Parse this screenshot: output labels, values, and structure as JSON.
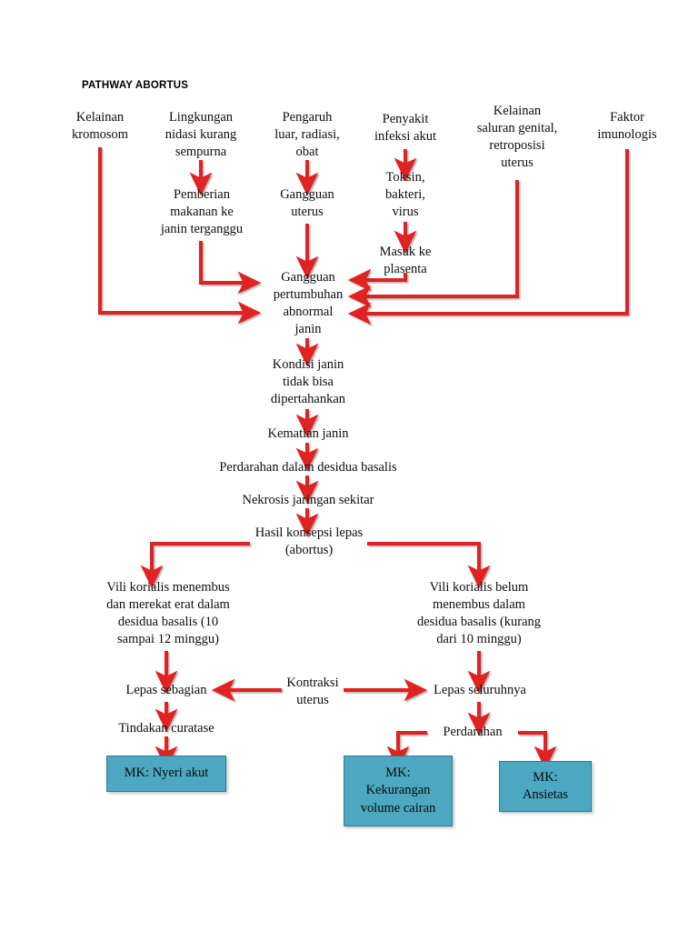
{
  "title": "PATHWAY ABORTUS",
  "colors": {
    "arrow": "#E02020",
    "box_fill": "#4BA8C0",
    "box_border": "#2F7C91",
    "text": "#0D0D0D",
    "background": "#FFFFFF"
  },
  "nodes": {
    "kelainan_kromosom": "Kelainan\nkromosom",
    "lingkungan_nidasi": "Lingkungan\nnidasi kurang\nsempurna",
    "pengaruh_luar": "Pengaruh\nluar, radiasi,\nobat",
    "penyakit_infeksi": "Penyakit\ninfeksi akut",
    "kelainan_saluran": "Kelainan\nsaluran genital,\nretroposisi\nuterus",
    "faktor_imunologis": "Faktor\nimunologis",
    "pemberian_makanan": "Pemberian\nmakanan ke\njanin terganggu",
    "gangguan_uterus": "Gangguan\nuterus",
    "toksin": "Toksin,\nbakteri,\nvirus",
    "masuk_plasenta": "Masuk ke\nplasenta",
    "gangguan_pertumbuhan": "Gangguan\npertumbuhan\nabnormal\njanin",
    "kondisi_janin": "Kondisi janin\ntidak bisa\ndipertahankan",
    "kematian_janin": "Kematian janin",
    "perdarahan_desidua": "Perdarahan dalam desidua basalis",
    "nekrosis": "Nekrosis jaringan sekitar",
    "hasil_konsepsi": "Hasil konsepsi lepas\n(abortus)",
    "vili_menembus": "Vili korialis menembus\ndan merekat erat dalam\ndesidua basalis  (10\nsampai 12 minggu)",
    "vili_belum": "Vili korialis belum\nmenembus dalam\ndesidua basalis (kurang\ndari 10 minggu)",
    "lepas_sebagian": "Lepas sebagian",
    "kontraksi_uterus": "Kontraksi\nuterus",
    "lepas_seluruhnya": "Lepas seluruhnya",
    "tindakan_curatase": "Tindakan curatase",
    "perdarahan": "Perdarahan"
  },
  "outcome_boxes": {
    "nyeri_akut": "MK: Nyeri akut",
    "kekurangan_volume": "MK:\nKekurangan\nvolume cairan",
    "ansietas": "MK:\nAnsietas"
  }
}
